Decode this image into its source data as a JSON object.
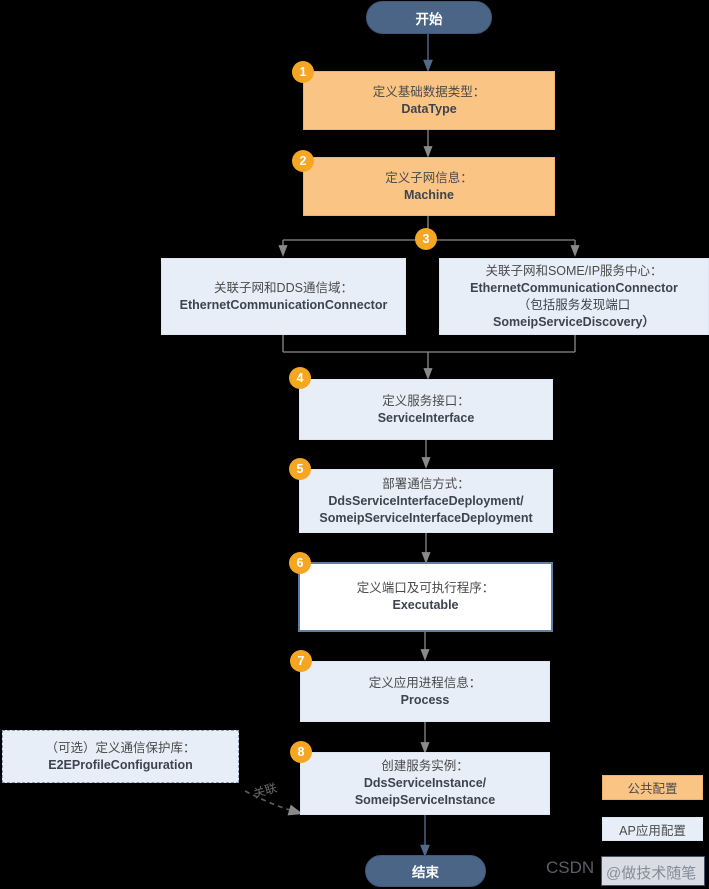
{
  "diagram": {
    "start_label": "开始",
    "end_label": "结束",
    "relation_label": "关联",
    "nodes": [
      {
        "id": 1,
        "badge": "1",
        "line1": "定义基础数据类型：",
        "line2": "DataType",
        "style": "orange"
      },
      {
        "id": 2,
        "badge": "2",
        "line1": "定义子网信息：",
        "line2": "Machine",
        "style": "orange"
      },
      {
        "id": "3a",
        "badge": "",
        "line1": "关联子网和DDS通信域：",
        "line2": "EthernetCommunicationConnector",
        "style": "blue"
      },
      {
        "id": "3b",
        "badge": "3",
        "line1": "关联子网和SOME/IP服务中心：",
        "line2": "EthernetCommunicationConnector",
        "line3": "（包括服务发现端口",
        "line4": "SomeipServiceDiscovery）",
        "style": "blue"
      },
      {
        "id": 4,
        "badge": "4",
        "line1": "定义服务接口：",
        "line2": "ServiceInterface",
        "style": "blue"
      },
      {
        "id": 5,
        "badge": "5",
        "line1": "部署通信方式：",
        "line2": "DdsServiceInterfaceDeployment/",
        "line3": "SomeipServiceInterfaceDeployment",
        "style": "blue"
      },
      {
        "id": 6,
        "badge": "6",
        "line1": "定义端口及可执行程序：",
        "line2": "Executable",
        "style": "selected"
      },
      {
        "id": 7,
        "badge": "7",
        "line1": "定义应用进程信息：",
        "line2": "Process",
        "style": "blue"
      },
      {
        "id": 8,
        "badge": "8",
        "line1": "创建服务实例：",
        "line2": "DdsServiceInstance/",
        "line3": "SomeipServiceInstance",
        "style": "blue"
      },
      {
        "id": "optional",
        "badge": "",
        "line1": "（可选）定义通信保护库：",
        "line2": "E2EProfileConfiguration",
        "style": "dashed"
      }
    ],
    "legend": [
      {
        "label": "公共配置",
        "style": "pub"
      },
      {
        "label": "AP应用配置",
        "style": "ap"
      }
    ],
    "watermark": {
      "site": "CSDN",
      "handle": "@做技术随笔"
    },
    "colors": {
      "orange_fill": "#fac584",
      "orange_border": "#f0b265",
      "blue_fill": "#e8eef8",
      "blue_border": "#dde5f0",
      "selected_border": "#5f7fa8",
      "badge": "#f5a623",
      "pill": "#4a6586",
      "connector": "#8a8a8a",
      "background": "#000000"
    }
  }
}
